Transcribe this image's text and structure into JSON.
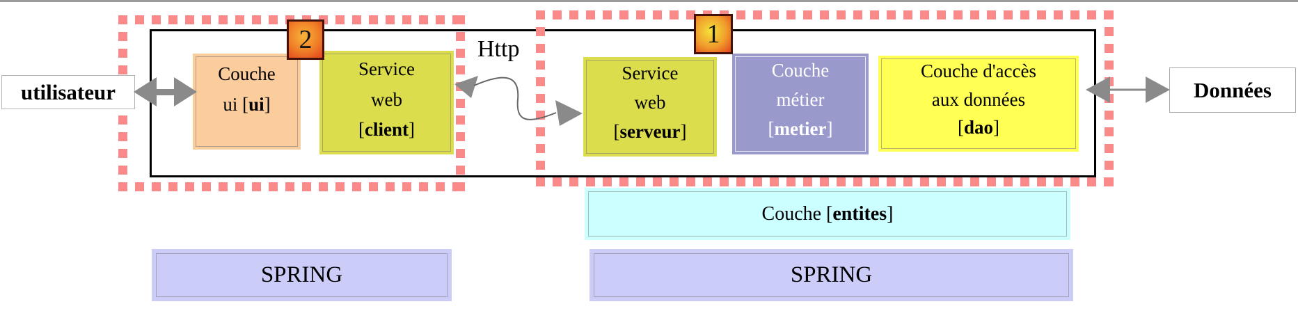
{
  "diagram": {
    "user_label": "utilisateur",
    "data_label": "Données",
    "http_label": "Http",
    "badge_client": "2",
    "badge_server": "1",
    "ui_box": {
      "line1": "Couche",
      "line2_pre": "ui [",
      "line2_bold": "ui",
      "line2_post": "]"
    },
    "client_box": {
      "line1": "Service",
      "line2": "web",
      "b_pre": "[",
      "bold": "client",
      "b_post": "]"
    },
    "server_box": {
      "line1": "Service",
      "line2": "web",
      "b_pre": "[",
      "bold": "serveur",
      "b_post": "]"
    },
    "metier_box": {
      "line1": "Couche",
      "line2": "métier",
      "b_pre": "[",
      "bold": "metier",
      "b_post": "]"
    },
    "dao_box": {
      "line1": "Couche d'accès",
      "line2": "aux données",
      "b_pre": "[",
      "bold": "dao",
      "b_post": "]"
    },
    "entites_box": {
      "pre": "Couche [",
      "bold": "entites",
      "post": "]"
    },
    "spring_left": "SPRING",
    "spring_right": "SPRING"
  },
  "colors": {
    "dashed_frame": "#fa8a8a",
    "solid_frame": "#000000",
    "ui_fill": "#fbcc9c",
    "web_service_fill": "#dcdd4d",
    "metier_fill": "#9a99cc",
    "metier_text": "#ffffff",
    "dao_fill": "#ffff54",
    "entites_fill": "#ccffff",
    "spring_fill": "#ccccf8",
    "arrow_gray": "#8a8a8a",
    "badge_gradient_outer": "#e2431d",
    "badge_gradient_inner": "#f5e23c",
    "badge_border": "#43100a"
  }
}
